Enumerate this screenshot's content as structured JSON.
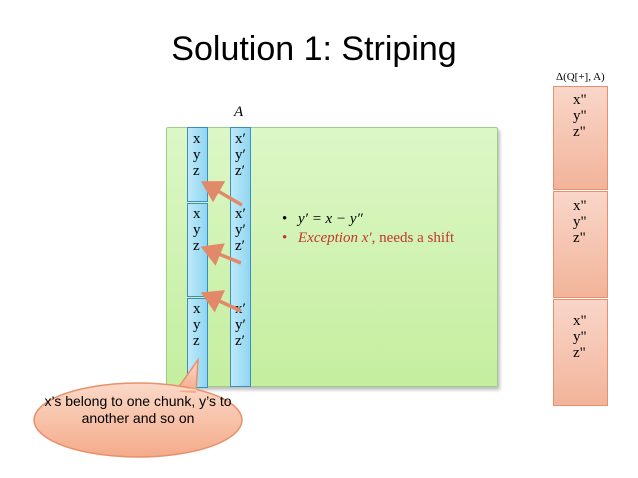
{
  "title": "Solution 1: Striping",
  "matrix_label": "A",
  "left_column_cells": [
    "x\ny\nz",
    "x\ny\nz",
    "x\ny\nz"
  ],
  "right_column_cells": [
    "x′\ny′\nz′",
    "x′\ny′\nz′",
    "x′\ny′\nz′"
  ],
  "bullets": {
    "b1": "y′ = x − y″",
    "b2_italic": "Exception x′",
    "b2_plain": ", needs a shift"
  },
  "delta_label": "Δ(Q[+], A)",
  "delta_column_cells": [
    "x\"\ny\"\nz\"",
    "x\"\ny\"\nz\"",
    "x\"\ny\"\nz\""
  ],
  "callout_text": "x’s belong to one chunk, y’s to another and so on",
  "colors": {
    "green_fill": "#c5ee9e",
    "blue_fill": "#8fd6f2",
    "blue_stroke": "#3a8fc2",
    "orange_fill": "#f2b49a",
    "arrow": "#e2896a",
    "exception_text": "#c0392b"
  }
}
